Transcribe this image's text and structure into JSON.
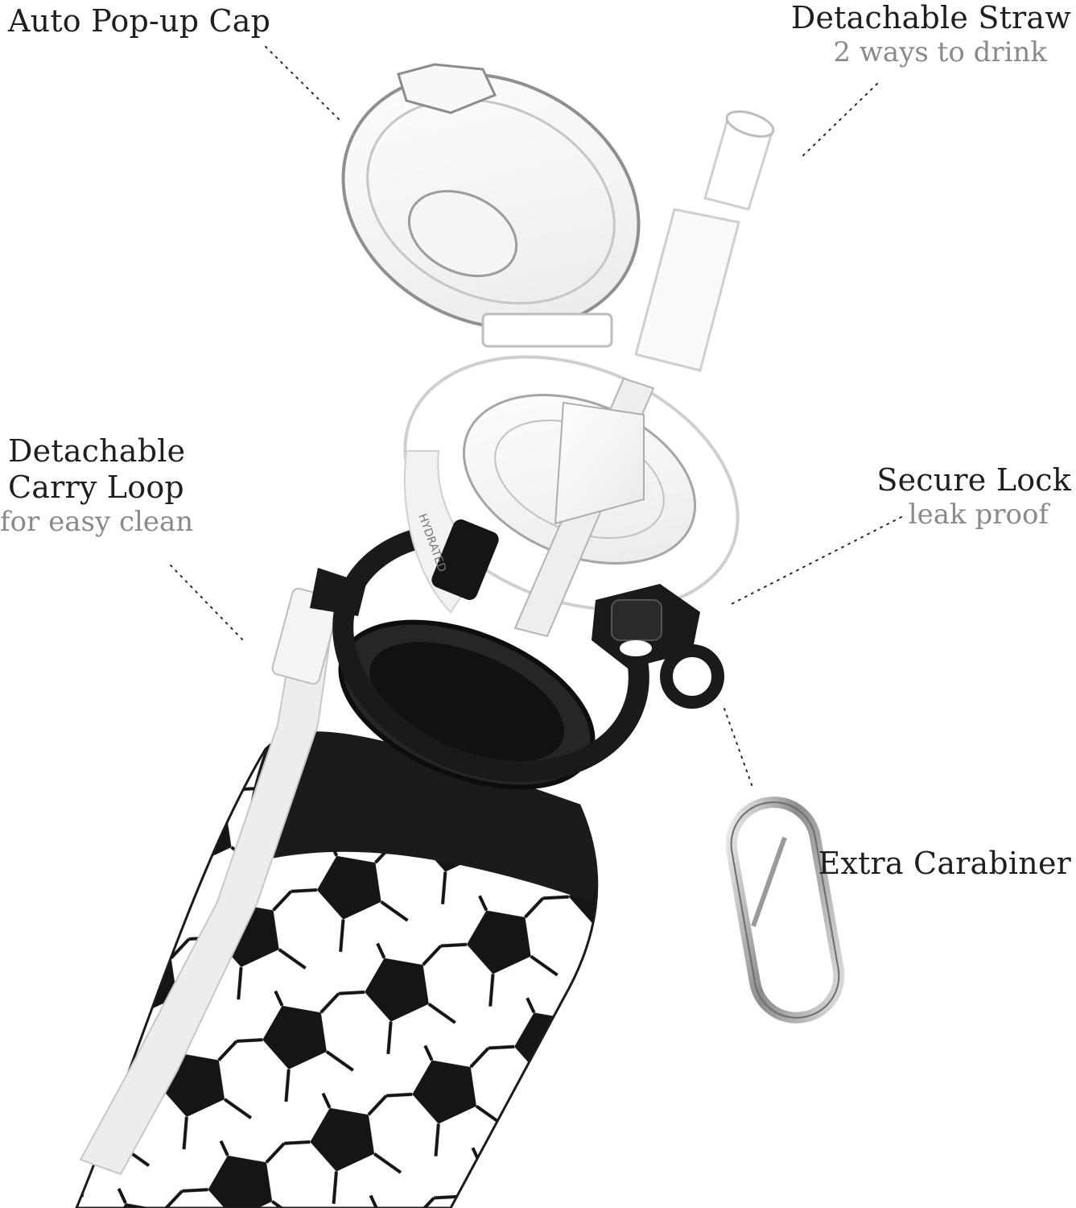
{
  "callouts": {
    "cap": {
      "title": "Auto Pop-up Cap"
    },
    "straw": {
      "title": "Detachable Straw",
      "subtitle": "2 ways to drink"
    },
    "loop": {
      "line1": "Detachable",
      "line2": "Carry Loop",
      "subtitle": "for easy clean"
    },
    "lock": {
      "title": "Secure Lock",
      "subtitle": "leak proof"
    },
    "carabiner": {
      "title": "Extra Carabiner"
    }
  },
  "lid_band_text": "HYDRATED",
  "colors": {
    "text": "#1f1f1f",
    "subtext": "#8a8a8a",
    "bottle_black": "#1b1b1b",
    "white": "#ffffff",
    "clear_edge": "#9a9a9a"
  }
}
